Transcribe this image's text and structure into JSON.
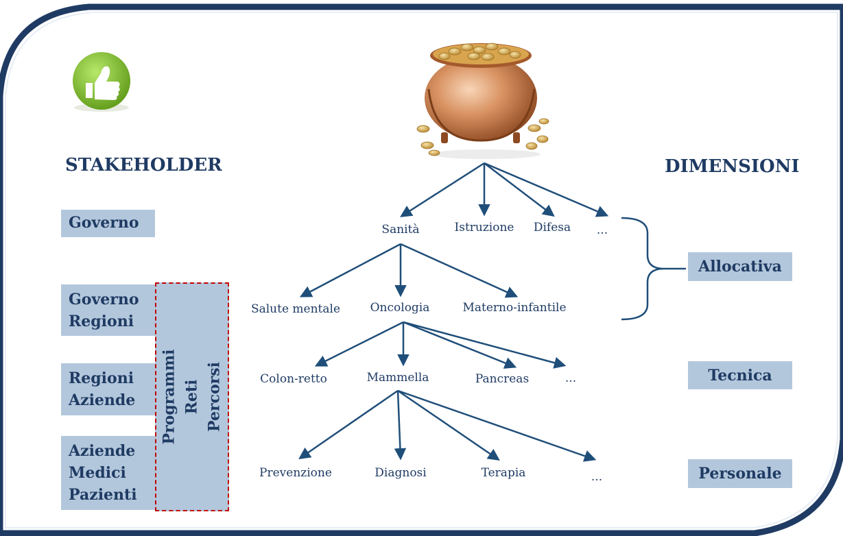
{
  "headings": {
    "stakeholder": "STAKEHOLDER",
    "dimensioni": "DIMENSIONI"
  },
  "stakeholders": [
    {
      "lines": [
        "Governo"
      ]
    },
    {
      "lines": [
        "Governo",
        "Regioni"
      ]
    },
    {
      "lines": [
        "Regioni",
        "Aziende"
      ]
    },
    {
      "lines": [
        "Aziende",
        "Medici",
        "Pazienti"
      ]
    }
  ],
  "programmi": {
    "lines": [
      "Programmi",
      "Reti",
      "Percorsi"
    ]
  },
  "tree": {
    "level1": [
      "Sanità",
      "Istruzione",
      "Difesa",
      "..."
    ],
    "level2": [
      "Salute mentale",
      "Oncologia",
      "Materno-infantile"
    ],
    "level3": [
      "Colon-retto",
      "Mammella",
      "Pancreas",
      "..."
    ],
    "level4": [
      "Prevenzione",
      "Diagnosi",
      "Terapia",
      "..."
    ]
  },
  "dimensions": [
    "Allocativa",
    "Tecnica",
    "Personale"
  ],
  "colors": {
    "frame": "#1f3b63",
    "box_fill": "#b3c7dc",
    "text": "#1f3b63",
    "dashed_border": "#c00000",
    "thumbs_badge": "#7dbb2b"
  },
  "icons": {
    "approval": "thumbs-up-icon",
    "pot": "pot-of-gold-icon"
  }
}
